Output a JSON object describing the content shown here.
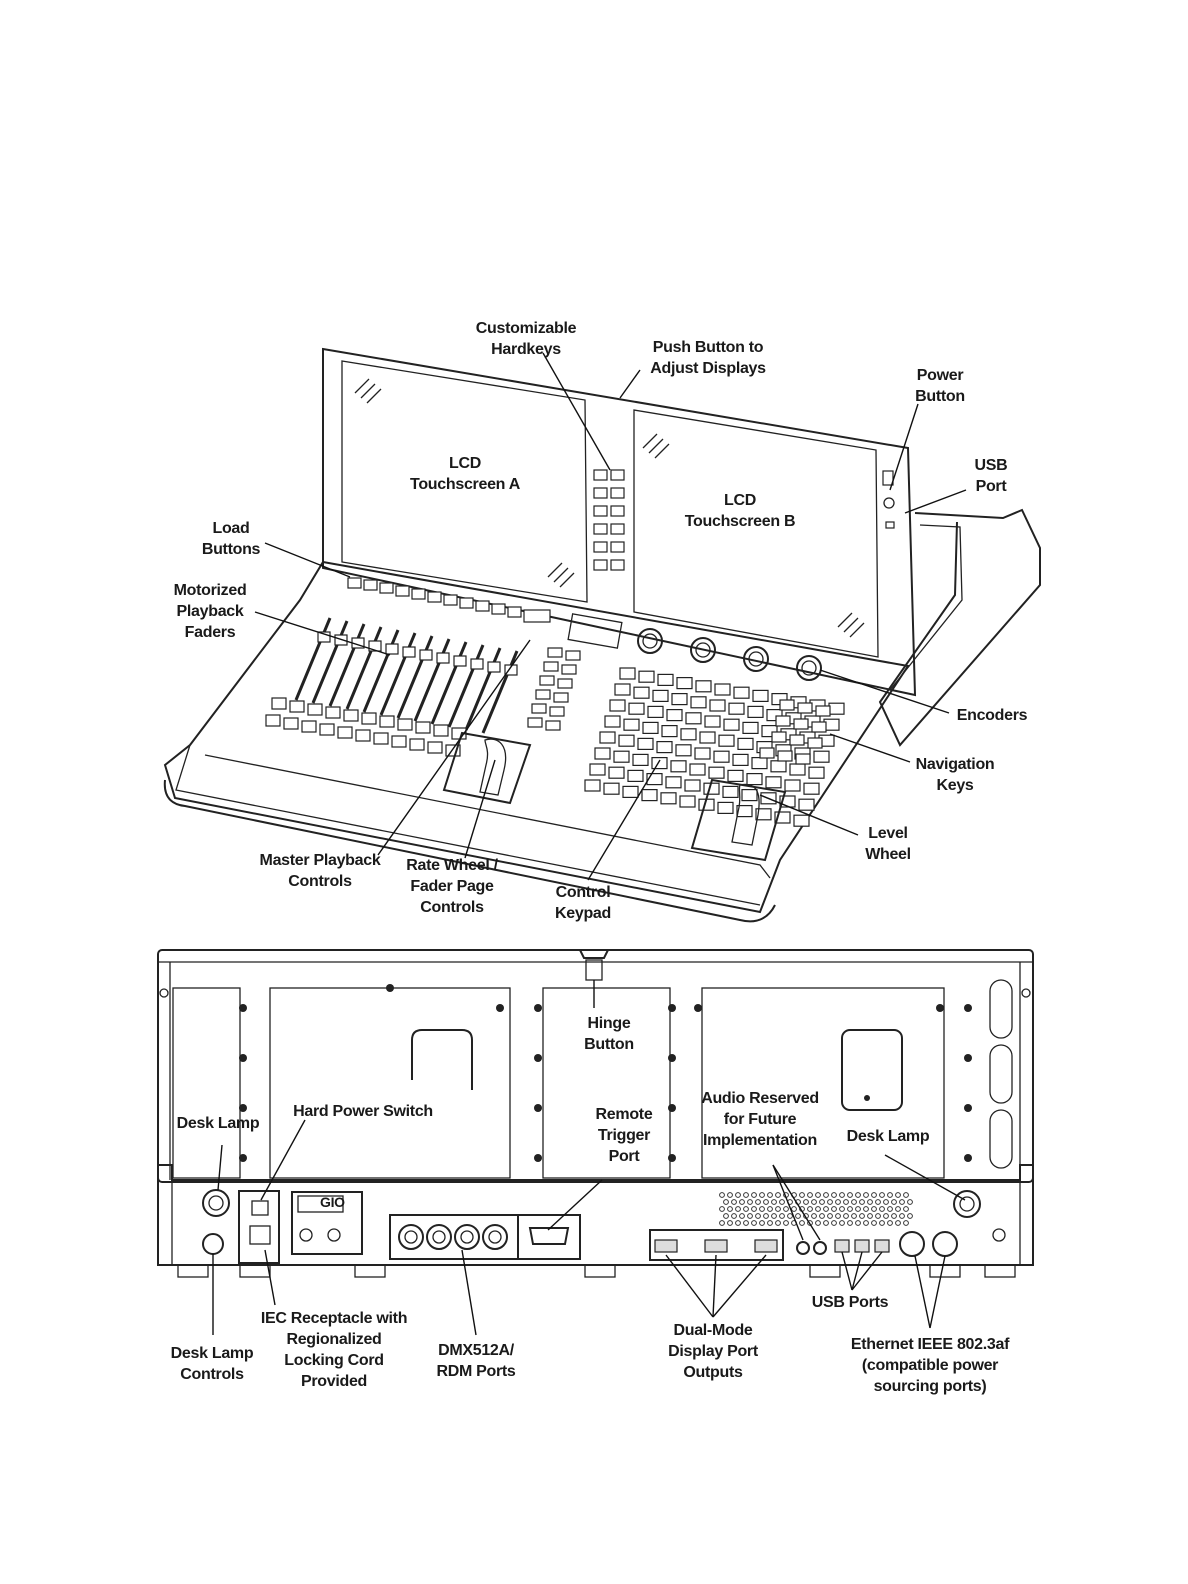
{
  "front_view": {
    "labels": {
      "customizable_hardkeys": [
        "Customizable",
        "Hardkeys"
      ],
      "push_button": [
        "Push Button to",
        "Adjust Displays"
      ],
      "power_button": [
        "Power",
        "Button"
      ],
      "usb_port": [
        "USB",
        "Port"
      ],
      "lcd_a": [
        "LCD",
        "Touchscreen A"
      ],
      "lcd_b": [
        "LCD",
        "Touchscreen B"
      ],
      "load_buttons": [
        "Load",
        "Buttons"
      ],
      "motorized_faders": [
        "Motorized",
        "Playback",
        "Faders"
      ],
      "encoders": [
        "Encoders"
      ],
      "navigation_keys": [
        "Navigation",
        "Keys"
      ],
      "level_wheel": [
        "Level",
        "Wheel"
      ],
      "master_playback": [
        "Master Playback",
        "Controls"
      ],
      "rate_wheel": [
        "Rate Wheel /",
        "Fader Page",
        "Controls"
      ],
      "control_keypad": [
        "Control",
        "Keypad"
      ]
    }
  },
  "rear_view": {
    "labels": {
      "hinge_button": [
        "Hinge",
        "Button"
      ],
      "desk_lamp_left": [
        "Desk Lamp"
      ],
      "hard_power_switch": [
        "Hard Power Switch"
      ],
      "remote_trigger": [
        "Remote",
        "Trigger",
        "Port"
      ],
      "audio_reserved": [
        "Audio Reserved",
        "for Future",
        "Implementation"
      ],
      "desk_lamp_right": [
        "Desk Lamp"
      ],
      "desk_lamp_controls": [
        "Desk Lamp",
        "Controls"
      ],
      "iec_receptacle": [
        "IEC Receptacle with",
        "Regionalized",
        "Locking Cord",
        "Provided"
      ],
      "dmx_ports": [
        "DMX512A/",
        "RDM Ports"
      ],
      "display_port": [
        "Dual-Mode",
        "Display Port",
        "Outputs"
      ],
      "usb_ports": [
        "USB Ports"
      ],
      "ethernet": [
        "Ethernet IEEE 802.3af",
        "(compatible power",
        "sourcing ports)"
      ]
    },
    "brand_plate": "GIO"
  }
}
